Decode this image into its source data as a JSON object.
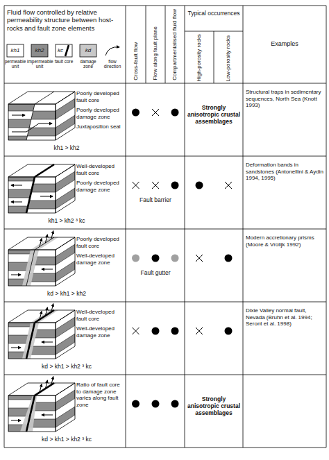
{
  "diagram": {
    "labels": [
      "Fluid flow controlled by relative permeability structure between host-rocks and fault zone elements",
      "kh1",
      "kh2",
      "kc",
      "kd",
      "Cross-fault flow",
      "Flow along fault plane",
      "Compartmentalised fluid flow",
      "Typical occurrences",
      "High-porosity rocks",
      "Low-porosity rocks",
      "Examples",
      "Poorly developed fault core",
      "Poorly developed damage zone",
      "Juxtaposition seal",
      "kh1 > kh2",
      "Strongly anisotropic crustal assemblages",
      "Structural traps in sedimentary sequences, North Sea (Knott 1993)",
      "Well-developed fault core",
      "Poorly developed damage zone",
      "kh1 > kh2 ³ kc",
      "Fault barrier",
      "Deformation bands in sandstones (Antonellini & Aydin 1994, 1995)",
      "Poorly developed fault core",
      "Well-developed damage zone",
      "kd > kh1 > kh2",
      "Fault gutter",
      "Modern accretionary prisms (Moore & Vrolijk 1992)",
      "Well-developed fault core",
      "Well-developed damage zone",
      "kd > kh1 > kh2 ³ kc",
      "Dixie Valley normal fault, Nevada (Bruhn et al. 1994; Seront et al. 1998)",
      "Ratio of fault core to damage zone varies along fault zone",
      "kd > kh1 > kh2 ³ kc",
      "Strongly anisotropic crustal assemblages"
    ],
    "legend": [
      {
        "text": "permeable unit",
        "color": "#ffffff"
      },
      {
        "text": "impermeable unit",
        "color": "#8c8c8c"
      },
      {
        "text": "fault core"
      },
      {
        "text": "damage zone",
        "color": "#c8c8c8"
      },
      {
        "text": "flow direction"
      }
    ]
  }
}
